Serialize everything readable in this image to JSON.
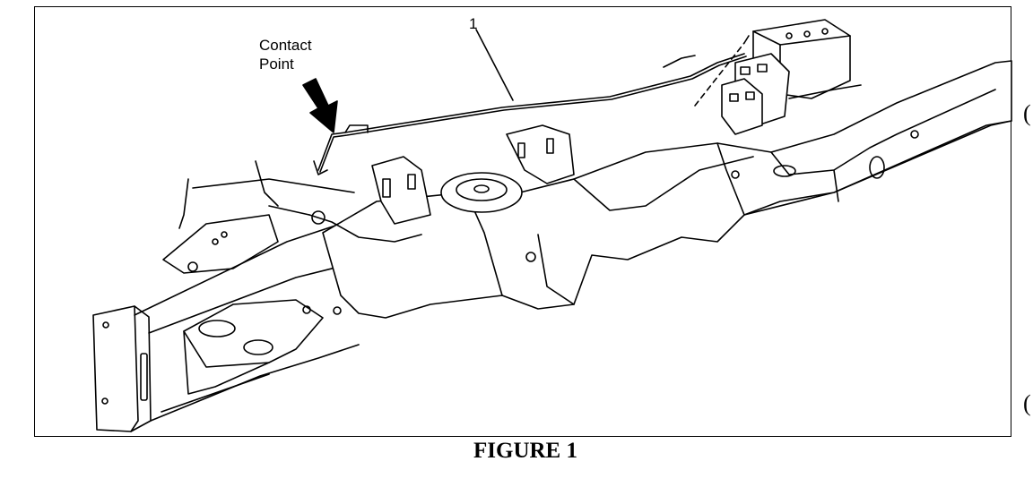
{
  "labels": {
    "contact_point": "Contact\nPoint",
    "callout_1": "1"
  },
  "caption": "FIGURE 1",
  "edge_marks": [
    "(",
    "("
  ],
  "colors": {
    "ink": "#000000",
    "paper": "#ffffff"
  }
}
